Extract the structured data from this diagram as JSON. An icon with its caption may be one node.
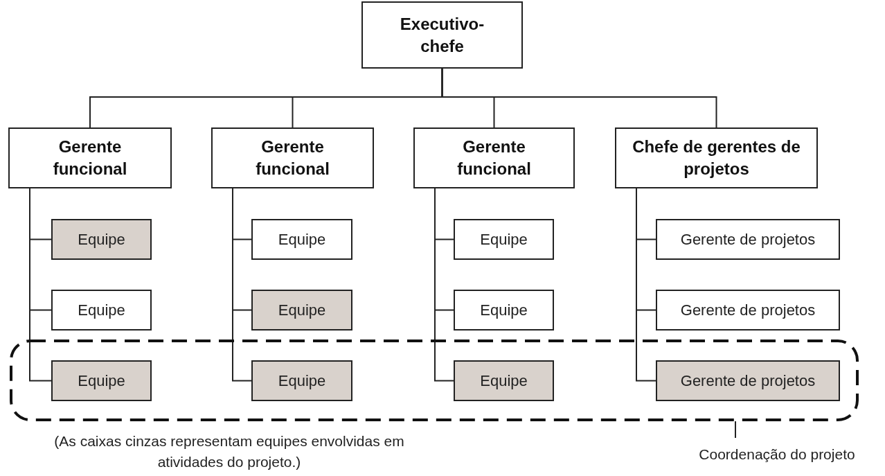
{
  "diagram": {
    "nodes": [
      {
        "text": [
          "Executivo-chefe"
        ]
      },
      {
        "text": [
          "Gerente funcional"
        ]
      },
      {
        "text": [
          "Gerente funcional"
        ]
      },
      {
        "text": [
          "Gerente funcional"
        ]
      },
      {
        "text": [
          "Chefe de gerentes de projetos"
        ]
      },
      {
        "text": [
          "Equipe"
        ]
      },
      {
        "text": [
          "Equipe"
        ]
      },
      {
        "text": [
          "Equipe"
        ],
        "in": 17
      },
      {
        "text": [
          "Equipe"
        ]
      },
      {
        "text": [
          "Equipe"
        ]
      },
      {
        "text": [
          "Equipe"
        ],
        "in": 17
      },
      {
        "text": [
          "Equipe"
        ]
      },
      {
        "text": [
          "Equipe"
        ]
      },
      {
        "text": [
          "Equipe"
        ],
        "in": 17
      },
      {
        "text": [
          "Gerente de projetos"
        ]
      },
      {
        "text": [
          "Gerente de projetos"
        ]
      },
      {
        "text": [
          "Gerente de projetos"
        ],
        "in": 17
      },
      {
        "text": [],
        "shape": "box"
      },
      {
        "text": [
          "Coordenação do projeto"
        ]
      }
    ],
    "edges": [
      {
        "from": 0,
        "to": 1,
        "arrow": "none"
      },
      {
        "from": 0,
        "to": 2,
        "arrow": "none"
      },
      {
        "from": 0,
        "to": 3,
        "arrow": "none"
      },
      {
        "from": 0,
        "to": 4,
        "arrow": "none"
      },
      {
        "from": 1,
        "to": 5,
        "arrow": "none"
      },
      {
        "from": 1,
        "to": 6,
        "arrow": "none"
      },
      {
        "from": 1,
        "to": 7,
        "arrow": "none"
      },
      {
        "from": 2,
        "to": 8,
        "arrow": "none"
      },
      {
        "from": 2,
        "to": 9,
        "arrow": "none"
      },
      {
        "from": 2,
        "to": 10,
        "arrow": "none"
      },
      {
        "from": 3,
        "to": 11,
        "arrow": "none"
      },
      {
        "from": 3,
        "to": 12,
        "arrow": "none"
      },
      {
        "from": 3,
        "to": 13,
        "arrow": "none"
      },
      {
        "from": 4,
        "to": 14,
        "arrow": "none"
      },
      {
        "from": 4,
        "to": 15,
        "arrow": "none"
      },
      {
        "from": 4,
        "to": 16,
        "arrow": "none"
      },
      {
        "from": 18,
        "to": 17,
        "arrow": "none"
      }
    ],
    "labels": [
      "(As caixas cinzas representam equipes envolvidas em atividades do projeto.)"
    ]
  }
}
